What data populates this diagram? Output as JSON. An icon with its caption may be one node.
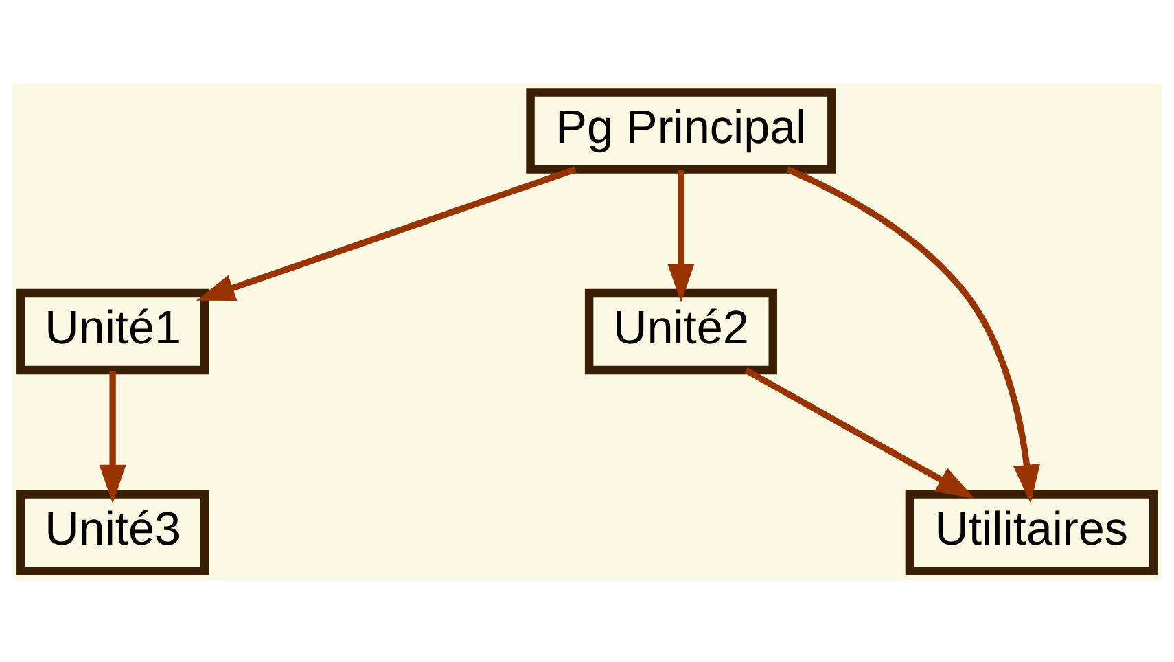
{
  "diagram": {
    "nodes": [
      {
        "text": [
          "Pg Principal"
        ]
      },
      {
        "text": [
          "Unité1"
        ]
      },
      {
        "text": [
          "Unité2"
        ]
      },
      {
        "text": [
          "Unité3"
        ]
      },
      {
        "text": [
          "Utilitaires"
        ]
      }
    ],
    "edges": [
      {
        "from": 0,
        "to": 1,
        "arrow": "to"
      },
      {
        "from": 0,
        "to": 2,
        "arrow": "to"
      },
      {
        "from": 0,
        "to": 4,
        "arrow": "to"
      },
      {
        "from": 1,
        "to": 3,
        "arrow": "to"
      },
      {
        "from": 2,
        "to": 4,
        "arrow": "to"
      }
    ]
  }
}
